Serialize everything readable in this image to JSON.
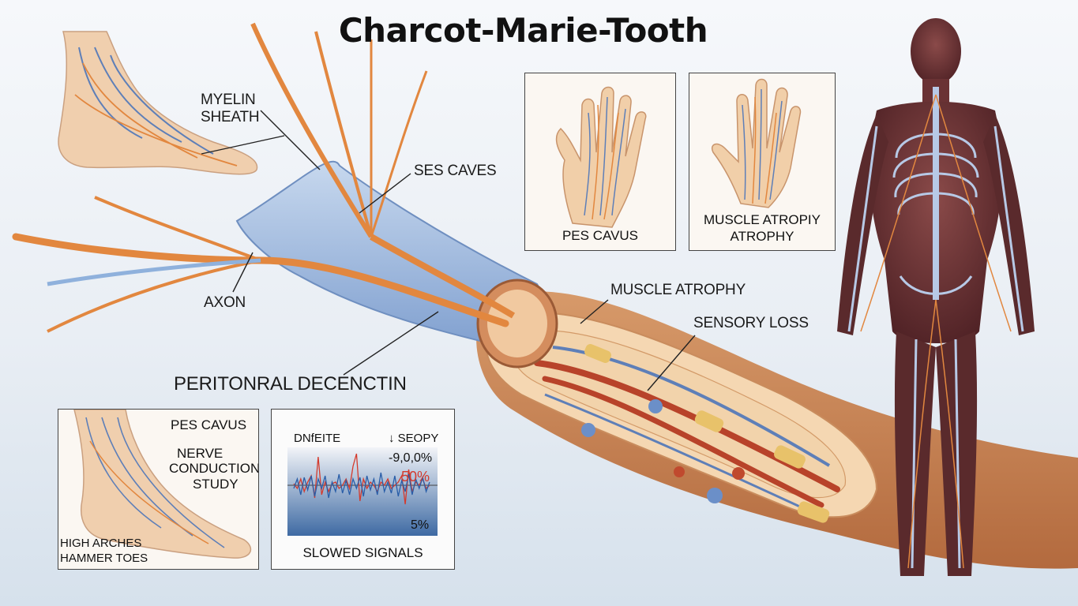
{
  "title": "Charcot-Marie-Tooth",
  "labels": {
    "myelin_sheath_1": "MYELIN",
    "myelin_sheath_2": "SHEATH",
    "ses_caves": "SES CAVES",
    "axon": "AXON",
    "peritonral": "PERITONRAL DECENCTIN",
    "muscle_atrophy": "MUSCLE ATROPHY",
    "sensory_loss": "SENSORY LOSS"
  },
  "panels": {
    "hand_left": {
      "label": "PES CAVUS"
    },
    "hand_right": {
      "label_1": "MUSCLE ATROPIY",
      "label_2": "ATROPHY"
    },
    "foot": {
      "pes_cavus": "PES CAVUS",
      "nerve_1": "NERVE",
      "nerve_2": "CONDUCTION",
      "nerve_3": "STUDY",
      "high_arches": "HIGH ARCHES",
      "hammer_toes": "HAMMER TOES"
    }
  },
  "chart_data": {
    "type": "line",
    "title": "",
    "header_left": "DNfEITE",
    "header_right": "↓ SEOPY",
    "annotations": [
      "-9,0,0%",
      "50%",
      "5%"
    ],
    "xlabel": "SLOWED SIGNALS",
    "ylabel": "",
    "series": [
      {
        "color": "#d43a2c",
        "values": [
          0.05,
          -0.1,
          0.2,
          -0.2,
          0.1,
          0.3,
          -0.4,
          0.9,
          -0.3,
          0.1,
          -0.2,
          0.05,
          0.1,
          -0.1,
          0.0,
          0.2,
          -0.1,
          0.6,
          1.0,
          -0.5,
          0.2,
          -0.1,
          0.1,
          0.0,
          -0.2,
          0.1,
          0.0,
          0.2,
          -0.1,
          0.0,
          0.1,
          0.3,
          -0.6,
          0.5,
          -0.2,
          0.1,
          0.0,
          0.2,
          -0.1,
          0.0
        ]
      },
      {
        "color": "#2a5ea8",
        "values": [
          -0.1,
          0.2,
          -0.3,
          0.25,
          -0.15,
          0.3,
          -0.35,
          0.2,
          -0.1,
          0.3,
          -0.4,
          0.1,
          -0.2,
          0.35,
          -0.25,
          0.15,
          -0.3,
          0.2,
          -0.1,
          0.25,
          -0.35,
          0.3,
          -0.15,
          0.2,
          -0.3,
          0.4,
          -0.2,
          0.1,
          -0.25,
          0.3,
          -0.35,
          0.15,
          -0.2,
          0.35,
          -0.3,
          0.2,
          -0.1,
          0.25,
          -0.2,
          0.1
        ]
      }
    ]
  },
  "colors": {
    "nerve": "#e2873f",
    "myelin": "#8fb1dc",
    "skin": "#f1cfa9",
    "vein": "#5e7fb8",
    "body_dark": "#5a2a2c"
  }
}
